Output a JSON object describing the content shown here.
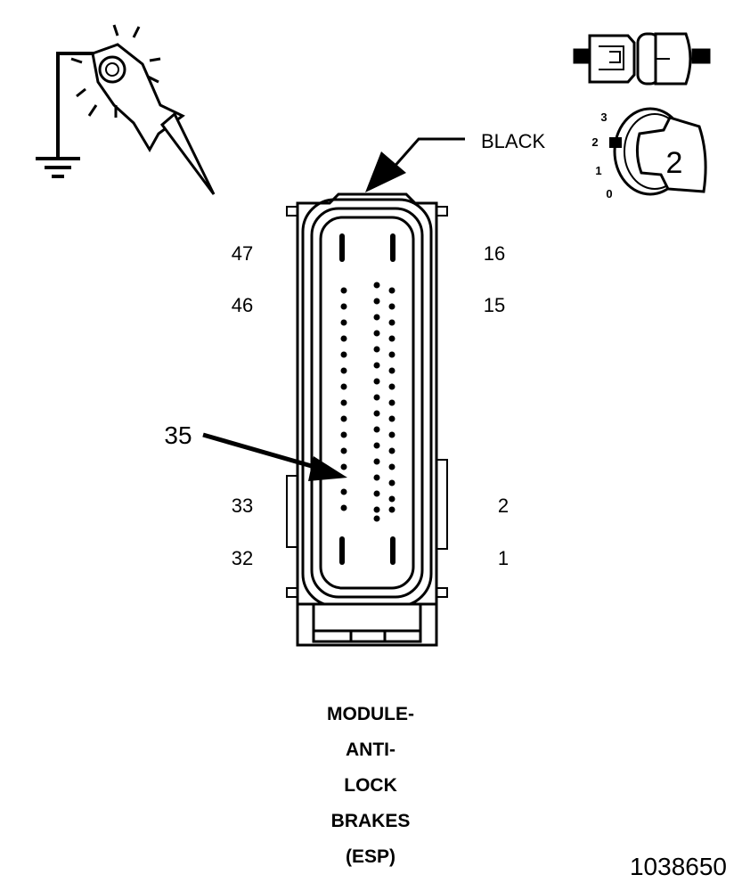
{
  "wire_color_label": "BLACK",
  "callout_pin": "35",
  "pin_labels": {
    "left": [
      "47",
      "46",
      "33",
      "32"
    ],
    "right": [
      "16",
      "15",
      "2",
      "1"
    ]
  },
  "connector_title": [
    "MODULE-",
    "ANTI-",
    "LOCK",
    "BRAKES",
    "(ESP)"
  ],
  "figure_number": "1038650",
  "key_symbol": {
    "key_number": "2",
    "positions": [
      "3",
      "2",
      "1",
      "0"
    ]
  },
  "icons": [
    "test-probe-icon",
    "ground-symbol-icon",
    "connector-halves-icon",
    "ignition-key-icon"
  ]
}
